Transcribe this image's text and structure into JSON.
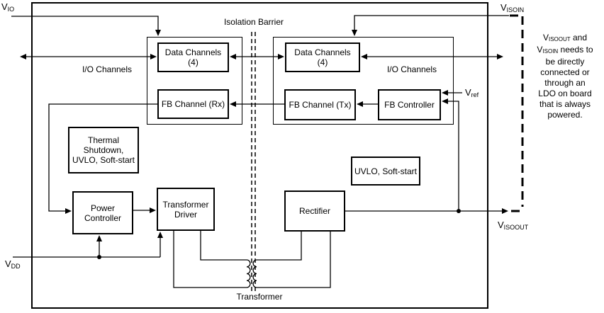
{
  "diagram": {
    "pins": {
      "vio": {
        "v": "V",
        "sub": "IO"
      },
      "vdd": {
        "v": "V",
        "sub": "DD"
      },
      "visoin": {
        "v": "V",
        "sub": "ISOIN"
      },
      "visoout": {
        "v": "V",
        "sub": "ISOOUT"
      },
      "vref": {
        "v": "V",
        "sub": "ref"
      }
    },
    "labels": {
      "isolation_barrier": "Isolation Barrier",
      "io_channels_left": "I/O Channels",
      "io_channels_right": "I/O Channels",
      "transformer": "Transformer"
    },
    "blocks": {
      "data_channels_left": {
        "line1": "Data Channels",
        "line2": "(4)"
      },
      "data_channels_right": {
        "line1": "Data Channels",
        "line2": "(4)"
      },
      "fb_channel_rx": {
        "label": "FB Channel (Rx)"
      },
      "fb_channel_tx": {
        "label": "FB Channel (Tx)"
      },
      "fb_controller": {
        "label": "FB Controller"
      },
      "thermal_shutdown": {
        "line1": "Thermal",
        "line2": "Shutdown,",
        "line3": "UVLO, Soft-start"
      },
      "uvlo_softstart": {
        "label": "UVLO, Soft-start"
      },
      "power_controller": {
        "line1": "Power",
        "line2": "Controller"
      },
      "transformer_driver": {
        "line1": "Transformer",
        "line2": "Driver"
      },
      "rectifier": {
        "label": "Rectifier"
      }
    },
    "note": {
      "v1": "V",
      "sub1": "ISOOUT",
      "rest1": " and",
      "v2": "V",
      "sub2": "ISOIN",
      "rest2": " needs to",
      "line3": "be directly",
      "line4": "connected or",
      "line5": "through an",
      "line6": "LDO on board",
      "line7": "that is always",
      "line8": "powered."
    },
    "colors": {
      "line": "#000000",
      "background": "#ffffff"
    }
  }
}
